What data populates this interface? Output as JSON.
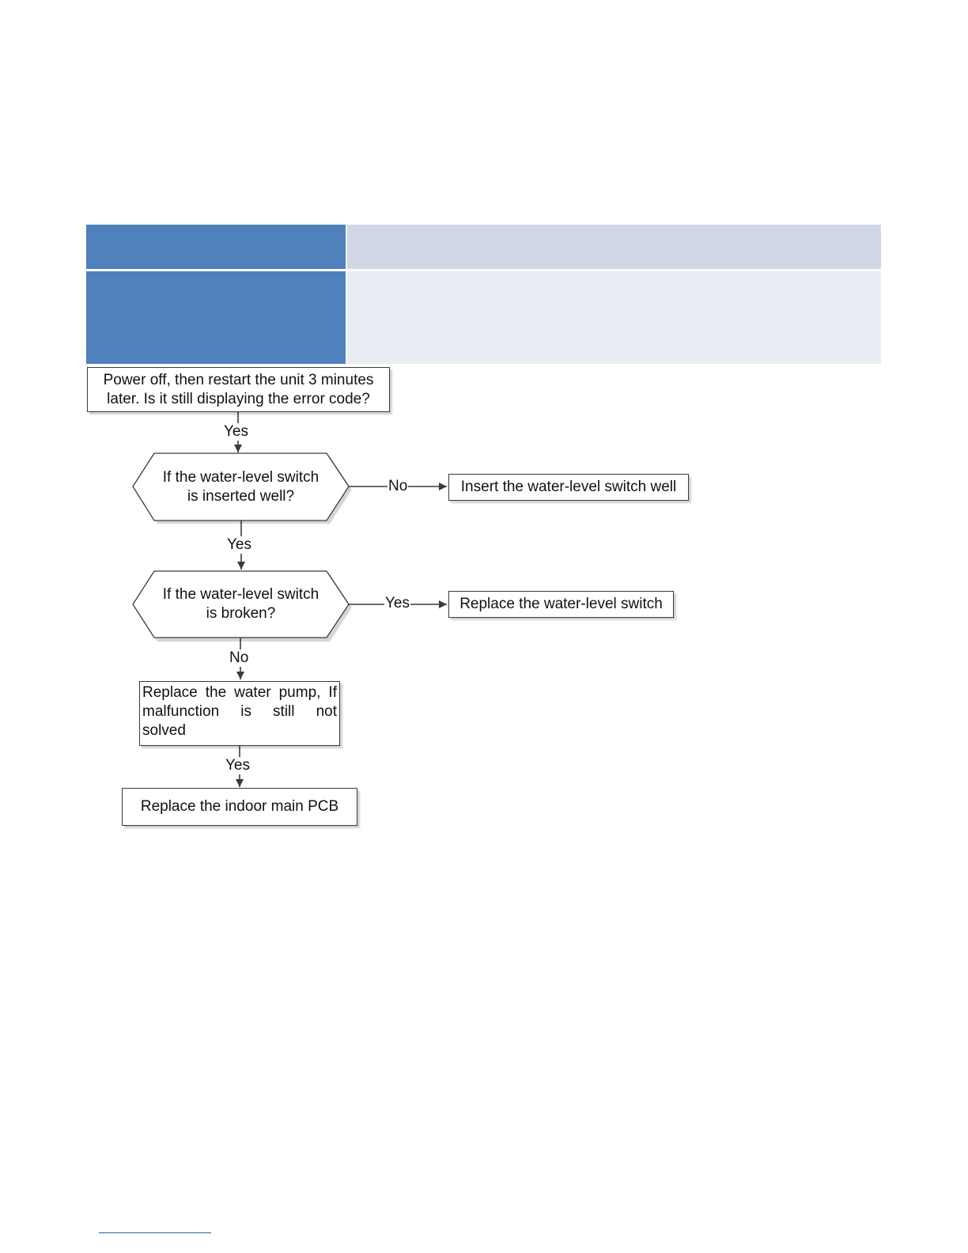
{
  "colors": {
    "header_dark": "#4f81bd",
    "header_light": "#d0d8e8",
    "row_light": "#e9edf4",
    "line": "#3a3a3a",
    "footer_rule": "#2f5fa0"
  },
  "flowchart": {
    "start": {
      "line1": "Power off, then restart the unit 3 minutes",
      "line2": "later. Is it still displaying the error code?"
    },
    "edge_start_to_q1": "Yes",
    "q1": {
      "line1": "If the water-level switch",
      "line2": "is inserted well?"
    },
    "edge_q1_no": "No",
    "action_insert": "Insert the water-level switch well",
    "edge_q1_to_q2": "Yes",
    "q2": {
      "line1": "If the water-level switch",
      "line2": "is broken?"
    },
    "edge_q2_yes": "Yes",
    "action_replace_switch": "Replace the water-level switch",
    "edge_q2_to_pump": "No",
    "pump": {
      "line1": "Replace the water pump, If",
      "line2": "malfunction is still not",
      "line3": "solved"
    },
    "edge_pump_to_pcb": "Yes",
    "action_pcb": "Replace the indoor main PCB"
  }
}
